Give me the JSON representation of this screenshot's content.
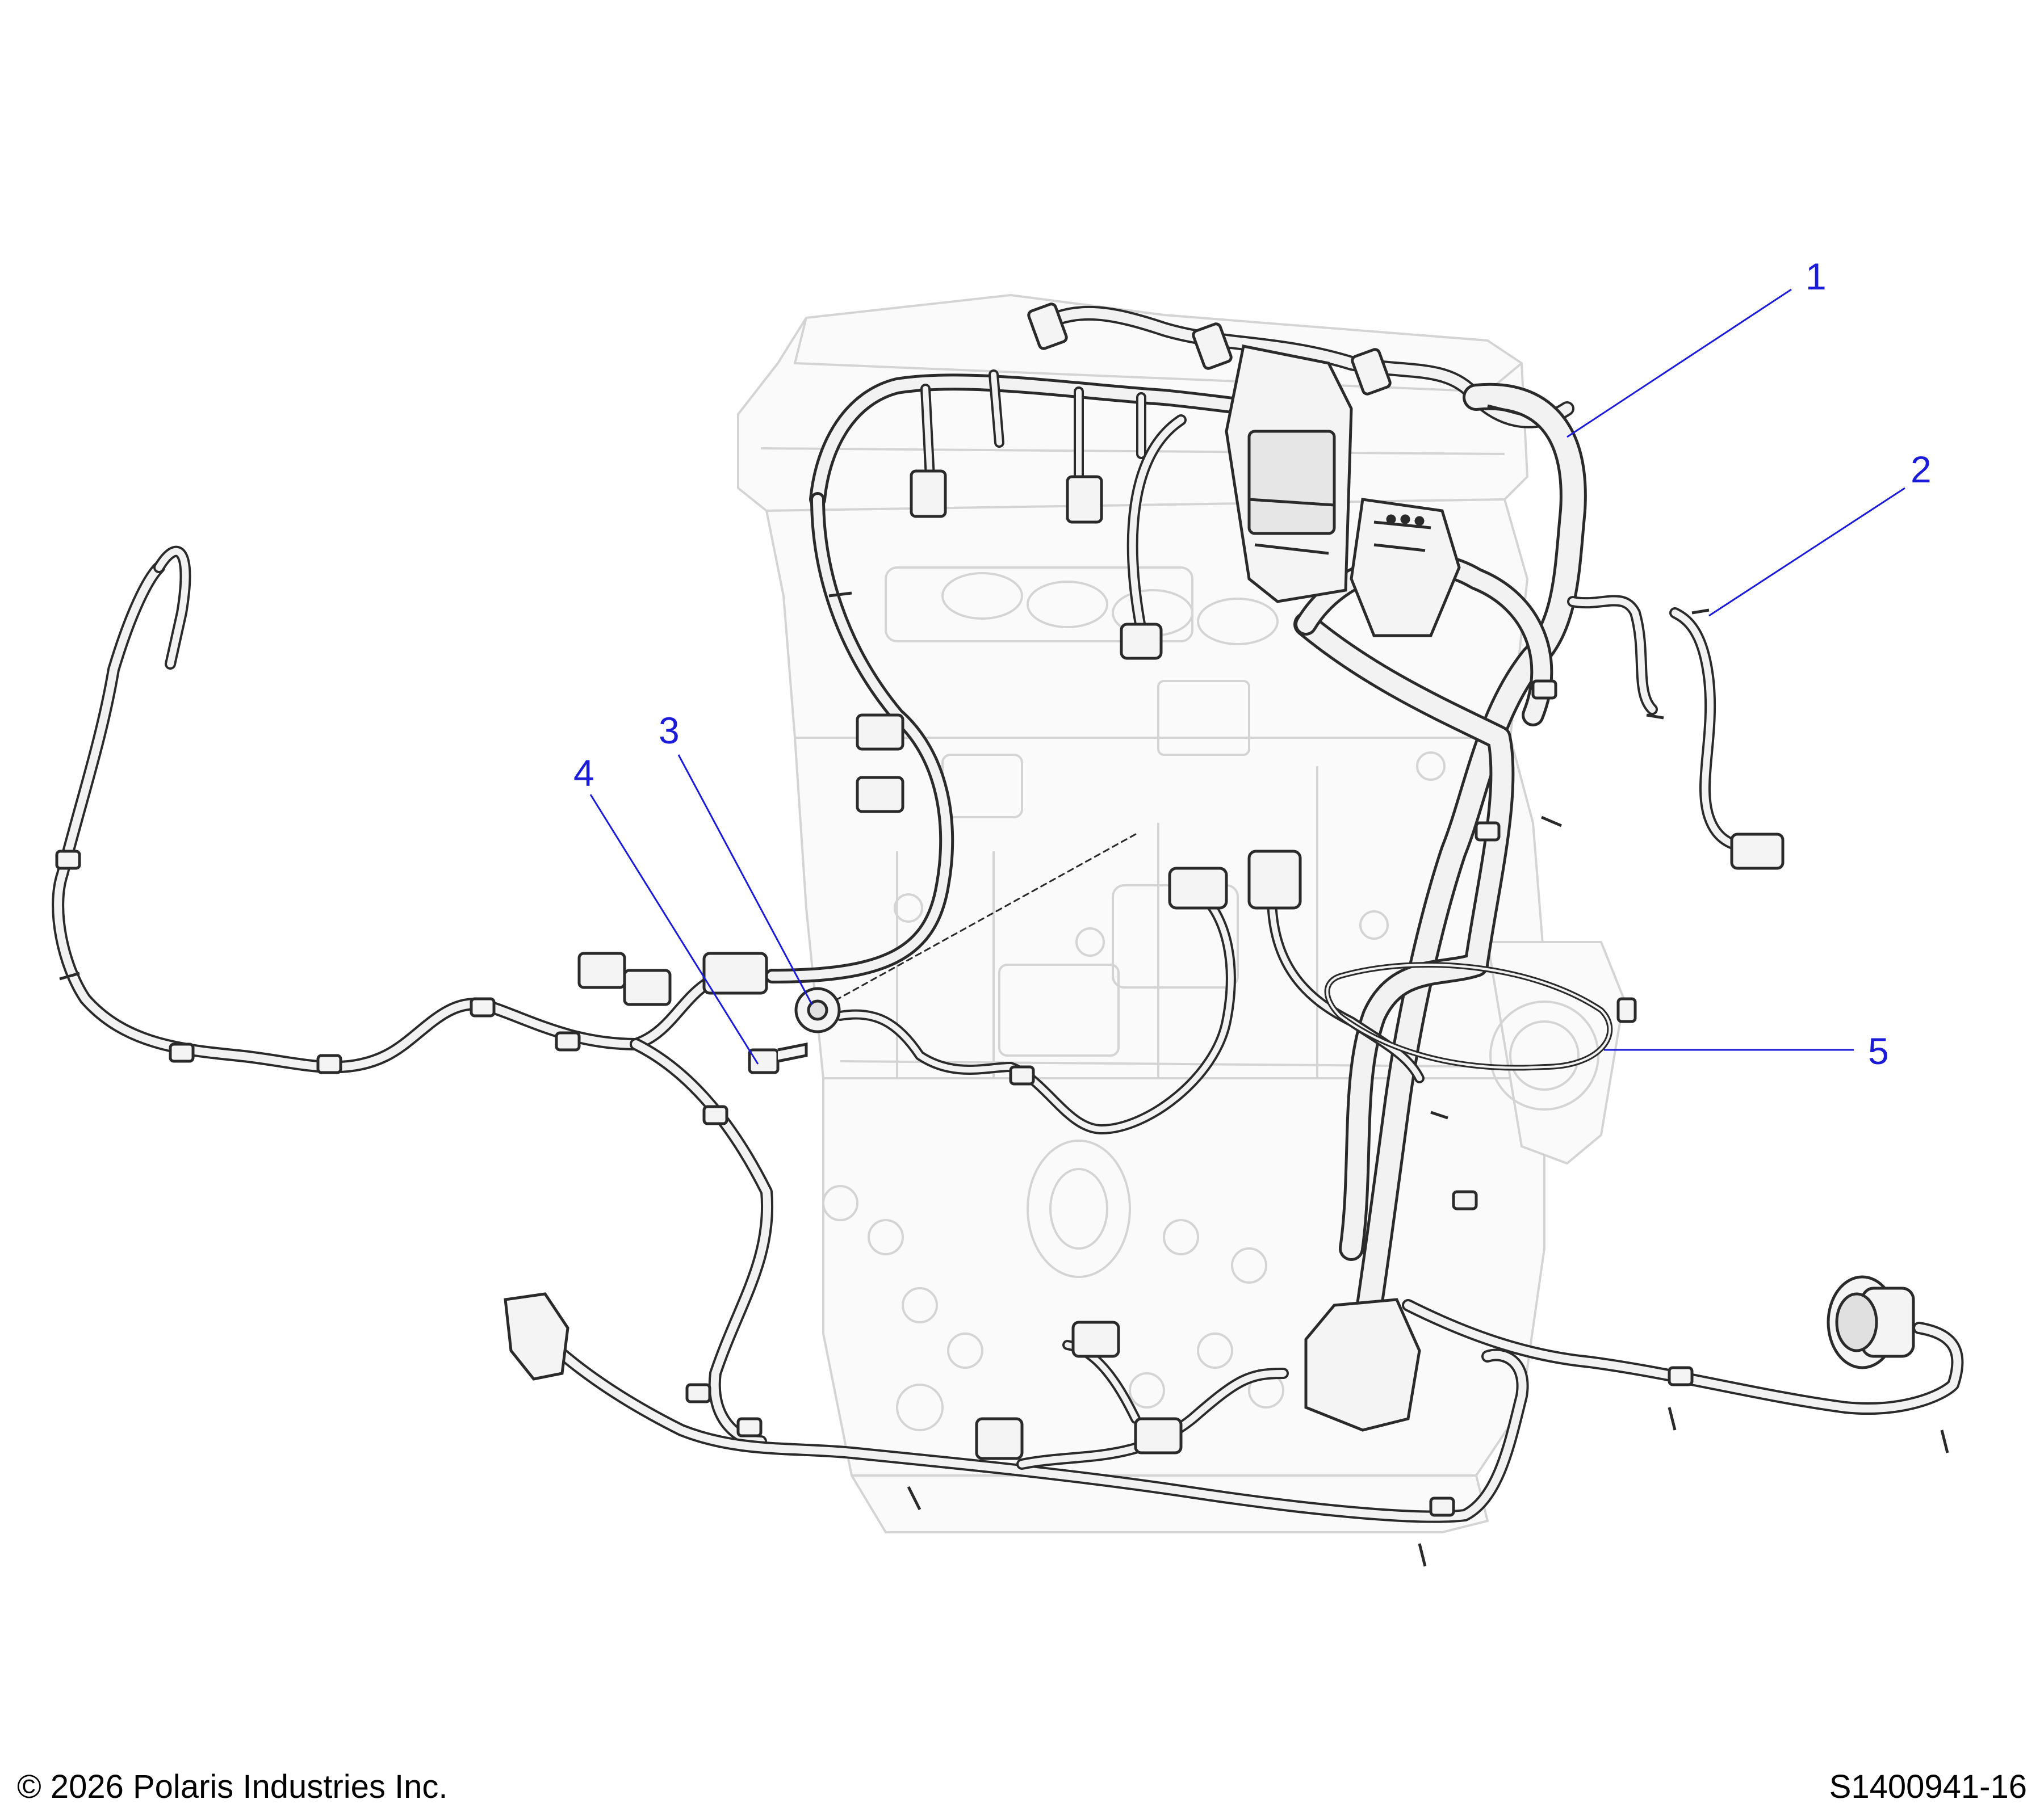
{
  "diagram": {
    "callouts": [
      {
        "id": "1",
        "label": "1"
      },
      {
        "id": "2",
        "label": "2"
      },
      {
        "id": "3",
        "label": "3"
      },
      {
        "id": "4",
        "label": "4"
      },
      {
        "id": "5",
        "label": "5"
      }
    ],
    "colors": {
      "callout": "#1a1ad8",
      "engine_outline": "#d4d4d4",
      "harness_outline": "#2a2a2a",
      "harness_fill": "#f2f2f2"
    }
  },
  "footer": {
    "copyright": "© 2026 Polaris Industries Inc.",
    "drawing_id": "S1400941-16"
  }
}
